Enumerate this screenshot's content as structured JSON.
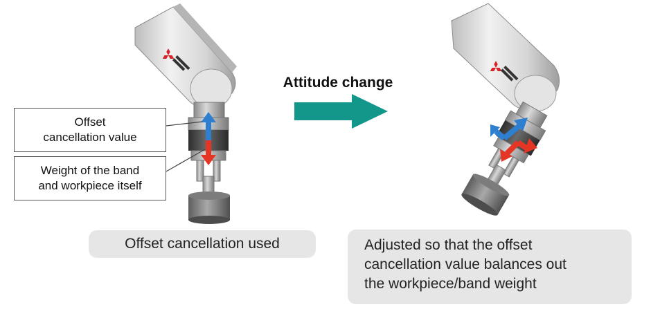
{
  "left_panel": {
    "callout_offset": [
      "Offset",
      "cancellation value"
    ],
    "callout_weight": [
      "Weight of the band",
      "and workpiece itself"
    ],
    "caption": "Offset cancellation used"
  },
  "transition": {
    "label": "Attitude change"
  },
  "right_panel": {
    "caption_lines": [
      "Adjusted so that the offset",
      "cancellation value balances out",
      "the workpiece/band weight"
    ]
  },
  "colors": {
    "arrow_teal": "#12978a",
    "force_up_blue": "#2f7fd0",
    "force_down_red": "#e53524",
    "robot_gray": "#dcdcdc",
    "logo_red": "#d8222a",
    "caption_bg": "#e6e6e6"
  },
  "icons": {
    "robot_left": "robot-arm-wrist-icon",
    "robot_right": "robot-arm-wrist-tilted-icon",
    "logo": "mitsubishi-electric-logo"
  }
}
